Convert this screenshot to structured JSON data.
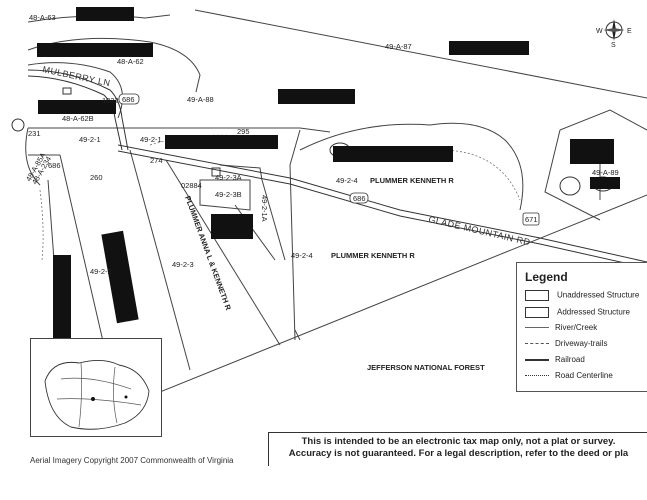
{
  "parcels": {
    "p48a63": "48-A-63",
    "p48a62": "48-A-62",
    "p49a87": "49-A-87",
    "p49a88": "49-A-88",
    "p48a62b": "48-A-62B",
    "p231": "231",
    "p1022": "1022",
    "p49_2_1_left": "49-2-1",
    "p49_2_1_mid": "49-2-1",
    "p295": "295",
    "p274": "274",
    "p260": "260",
    "p48a234": "48-A-234",
    "p48a85a": "48-A-85A",
    "p49_2_4_top": "49-2-4",
    "owner_top": "PLUMMER KENNETH R",
    "p49a89": "49-A-89",
    "p2884": "02884",
    "p49_2_3a": "49-2-3A",
    "p49_2_3b": "49-2-3B",
    "p49_2_1a": "49-2-1A",
    "owner_anna": "PLUMMER ANNA L & KENNETH R",
    "p49_2_2": "49-2-2",
    "p49_2_3": "49-2-3",
    "p49_2_4_low": "49-2-4",
    "owner_low": "PLUMMER KENNETH R",
    "forest": "JEFFERSON NATIONAL FOREST"
  },
  "roads": {
    "mulberry": "MULBERRY LN",
    "glade": "GLADE MOUNTAIN RD",
    "rt686_a": "686",
    "rt686_b": "686",
    "rt686_c": "686",
    "rt671": "671"
  },
  "compass": {
    "w": "W",
    "e": "E",
    "s": "S"
  },
  "legend": {
    "title": "Legend",
    "items": [
      "Unaddressed Structure",
      "Addressed Structure",
      "River/Creek",
      "Driveway-trails",
      "Railroad",
      "Road Centerline"
    ]
  },
  "disclaimer": {
    "line1": "This is intended to be an electronic tax map only, not a plat or survey.",
    "line2": "Accuracy is not guaranteed.  For a legal description, refer to the deed or pla"
  },
  "copyright": "Aerial Imagery Copyright 2007 Commonwealth of Virginia"
}
